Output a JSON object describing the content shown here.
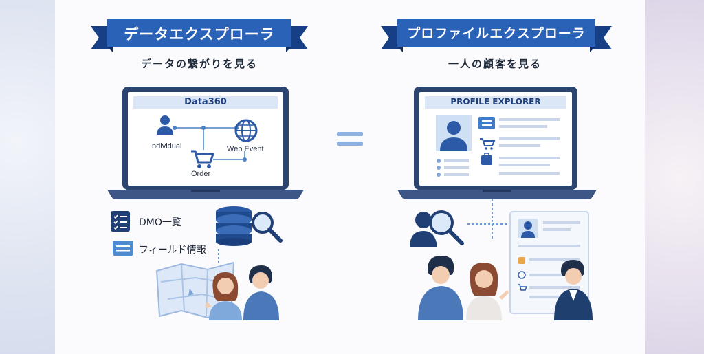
{
  "left": {
    "banner_title": "データエクスプローラ",
    "subtitle": "データの繋がりを見る",
    "screen_title": "Data360",
    "nodes": {
      "individual": "Individual",
      "web_event": "Web Event",
      "order": "Order"
    },
    "list": {
      "dmo": "DMO一覧",
      "field": "フィールド情報"
    }
  },
  "right": {
    "banner_title": "プロファイルエクスプローラ",
    "subtitle": "一人の顧客を見る",
    "screen_title": "PROFILE EXPLORER"
  },
  "colors": {
    "banner": "#2a62b8",
    "banner_dark": "#173f85",
    "accent": "#3a78c8",
    "navy": "#1d3f6e"
  },
  "icons": [
    "person-icon",
    "globe-icon",
    "cart-icon",
    "checklist-icon",
    "list-icon",
    "database-icon",
    "magnifier-icon",
    "map-icon",
    "briefcase-icon",
    "check-icon"
  ]
}
